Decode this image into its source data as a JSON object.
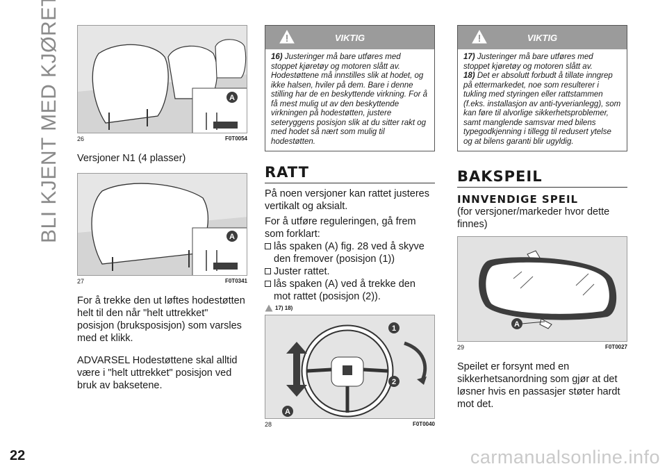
{
  "side_title": "BLI KJENT MED KJØRETØYET",
  "page_number": "22",
  "watermark": "carmanualsonline.info",
  "col1": {
    "fig26": {
      "num": "26",
      "code": "F0T0054"
    },
    "caption": "Versjoner N1 (4 plasser)",
    "fig27": {
      "num": "27",
      "code": "F0T0341"
    },
    "para1": "For å trekke den ut løftes hodestøtten helt til den når \"helt uttrekket\" posisjon (bruksposisjon) som varsles med et klikk.",
    "para2": "ADVARSEL Hodestøttene skal alltid være i \"helt uttrekket\" posisjon ved bruk av baksetene."
  },
  "col2": {
    "warning": {
      "title": "VIKTIG",
      "num": "16)",
      "text": "Justeringer må bare utføres med stoppet kjøretøy og motoren slått av. Hodestøttene må innstilles slik at hodet, og ikke halsen, hviler på dem. Bare i denne stilling har de en beskyttende virkning. For å få mest mulig ut av den beskyttende virkningen på hodestøtten, justere seteryggens posisjon slik at du sitter rakt og med hodet så nært som mulig til hodestøtten."
    },
    "heading": "RATT",
    "intro1": "På noen versjoner kan rattet justeres vertikalt og aksialt.",
    "intro2": "For å utføre reguleringen, gå frem som forklart:",
    "bullets": [
      "lås spaken (A) fig. 28 ved å skyve den fremover (posisjon (1))",
      "Juster rattet.",
      "lås spaken (A) ved å trekke den mot rattet (posisjon (2))."
    ],
    "refs": "17) 18)",
    "fig28": {
      "num": "28",
      "code": "F0T0040"
    }
  },
  "col3": {
    "warning": {
      "title": "VIKTIG",
      "items": [
        {
          "num": "17)",
          "text": "Justeringer må bare utføres med stoppet kjøretøy og motoren slått av."
        },
        {
          "num": "18)",
          "text": "Det er absolutt forbudt å tillate inngrep på ettermarkedet, noe som resulterer i tukling med styringen eller rattstammen (f.eks. installasjon av anti-tyverianlegg), som kan føre til alvorlige sikkerhetsproblemer, samt manglende samsvar med bilens typegodkjenning i tillegg til redusert ytelse og at bilens garanti blir ugyldig."
        }
      ]
    },
    "heading": "BAKSPEIL",
    "subheading": "INNVENDIGE SPEIL",
    "sub_text": "(for versjoner/markeder hvor dette finnes)",
    "fig29": {
      "num": "29",
      "code": "F0T0027"
    },
    "para": "Speilet er forsynt med en sikkerhetsanordning som gjør at det løsner hvis en passasjer støter hardt mot det."
  },
  "marker_labels": {
    "a": "A",
    "one": "1",
    "two": "2"
  },
  "colors": {
    "accent_fill": "#3d3d3d",
    "warning_header": "#9b9b9b",
    "figure_bg": "#e6e6e6"
  }
}
